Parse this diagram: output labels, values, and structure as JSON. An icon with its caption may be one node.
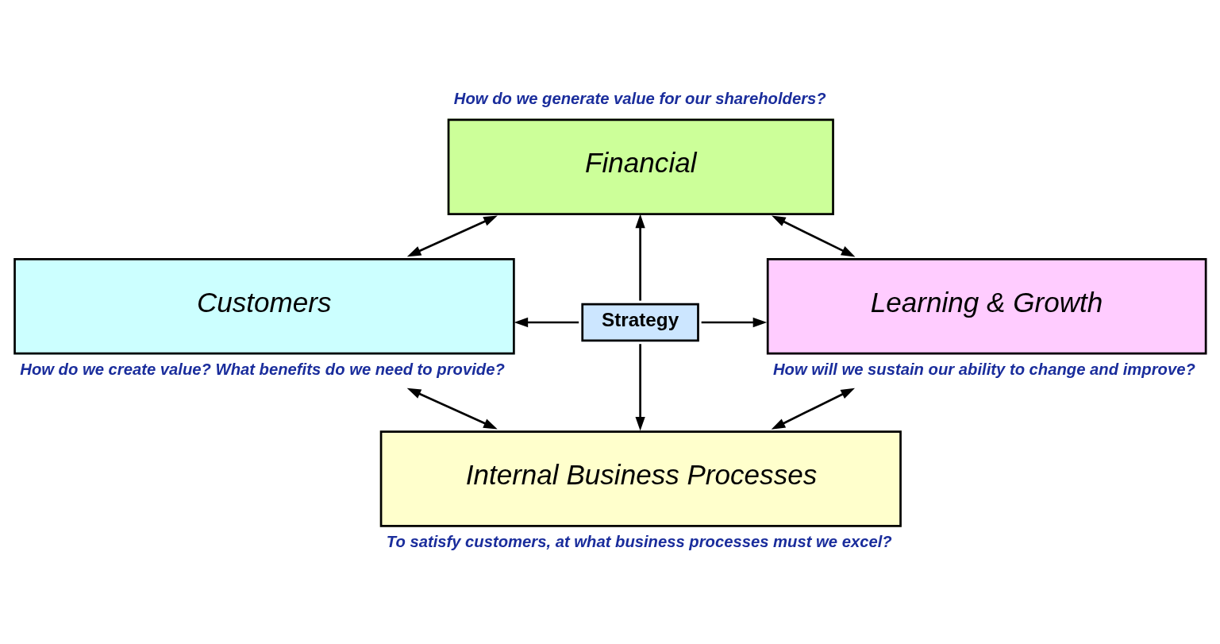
{
  "diagram": {
    "nodes": [
      {
        "text": [
          "Financial"
        ],
        "beside": [
          "How do we generate value for our shareholders?"
        ]
      },
      {
        "text": [
          "Customers"
        ],
        "beside": [
          "How do we create value? What benefits do we need to provide?"
        ]
      },
      {
        "text": [
          "Strategy"
        ]
      },
      {
        "text": [
          "Learning & Growth"
        ],
        "beside": [
          "How will we sustain our ability to change and improve?"
        ]
      },
      {
        "text": [
          "Internal Business Processes"
        ],
        "beside": [
          "To satisfy customers, at what business processes must we excel?"
        ]
      }
    ],
    "edges": [
      {
        "from": 0,
        "to": 1,
        "arrow": "both"
      },
      {
        "from": 0,
        "to": 3,
        "arrow": "both"
      },
      {
        "from": 1,
        "to": 4,
        "arrow": "both"
      },
      {
        "from": 3,
        "to": 4,
        "arrow": "both"
      },
      {
        "from": 2,
        "to": 0,
        "arrow": "to"
      },
      {
        "from": 2,
        "to": 1,
        "arrow": "to"
      },
      {
        "from": 2,
        "to": 3,
        "arrow": "to"
      },
      {
        "from": 2,
        "to": 4,
        "arrow": "to"
      }
    ]
  }
}
